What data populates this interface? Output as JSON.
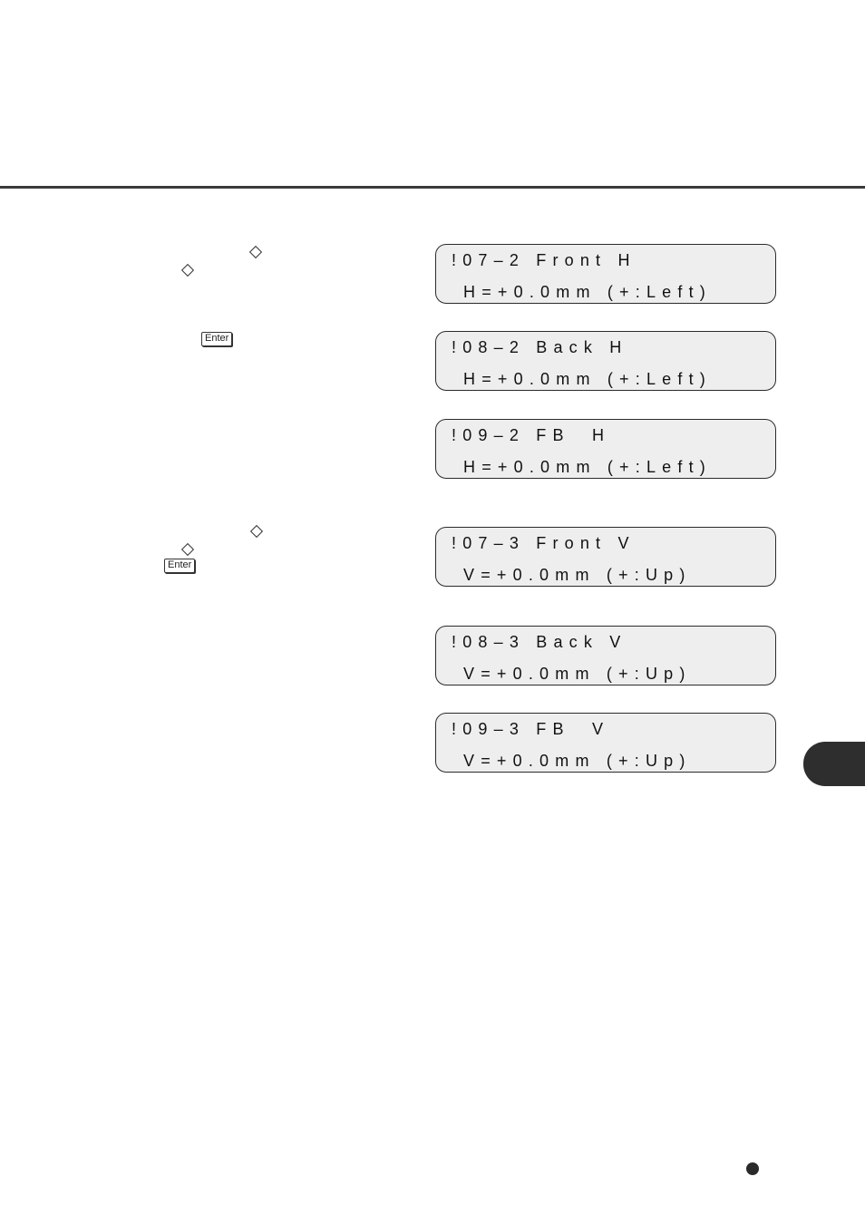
{
  "displays": [
    {
      "line1": "!07–2 Front H",
      "line2": "H=+0.0mm (+:Left)"
    },
    {
      "line1": "!08–2 Back H",
      "line2": "H=+0.0mm (+:Left)"
    },
    {
      "line1": "!09–2 FB  H",
      "line2": "H=+0.0mm (+:Left)"
    },
    {
      "line1": "!07–3 Front V",
      "line2": "V=+0.0mm (+:Up)"
    },
    {
      "line1": "!08–3 Back V",
      "line2": "V=+0.0mm (+:Up)"
    },
    {
      "line1": "!09–3 FB  V",
      "line2": "V=+0.0mm (+:Up)"
    }
  ],
  "keys": {
    "enter_label": "Enter"
  },
  "icons": {
    "up_key": "diamond-key-icon",
    "down_key": "diamond-key-icon",
    "tab_marker": "chapter-tab",
    "bullet": "bullet-dot"
  }
}
